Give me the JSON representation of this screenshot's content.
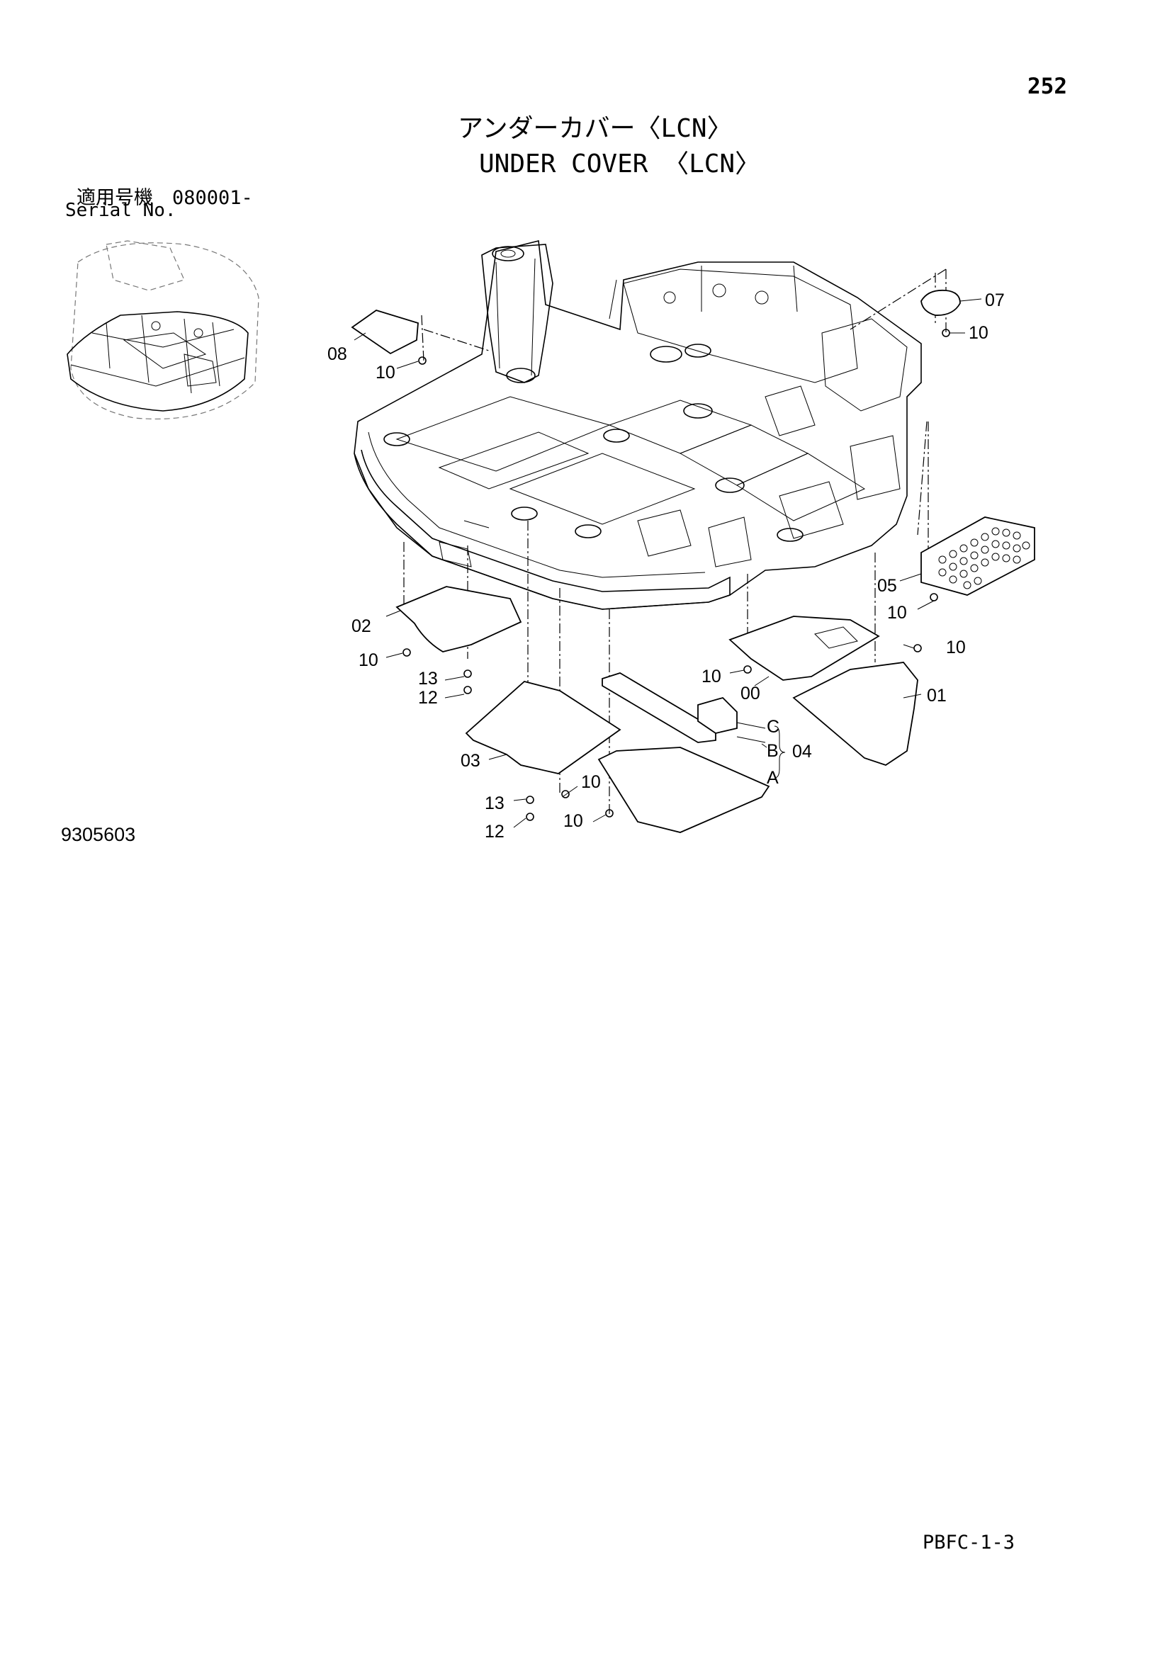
{
  "header": {
    "page_number": "252",
    "title_ja": "アンダーカバー〈LCN〉",
    "title_en": "UNDER COVER 〈LCN〉",
    "serial_ja": "適用号機　080001-",
    "serial_en": "Serial No."
  },
  "footer": {
    "figure_number": "9305603",
    "page_code": "PBFC-1-3"
  },
  "callouts": {
    "c07": "07",
    "c10_top": "10",
    "c08": "08",
    "c10_08": "10",
    "c05": "05",
    "c10_05": "10",
    "c02": "02",
    "c10_02": "10",
    "c13_a": "13",
    "c12_a": "12",
    "c10_00": "10",
    "c00": "00",
    "c10_01": "10",
    "c01": "01",
    "cC": "C",
    "cB": "B",
    "c04": "04",
    "cA": "A",
    "c03": "03",
    "c10_03": "10",
    "c13_b": "13",
    "c10_04": "10",
    "c12_b": "12"
  }
}
